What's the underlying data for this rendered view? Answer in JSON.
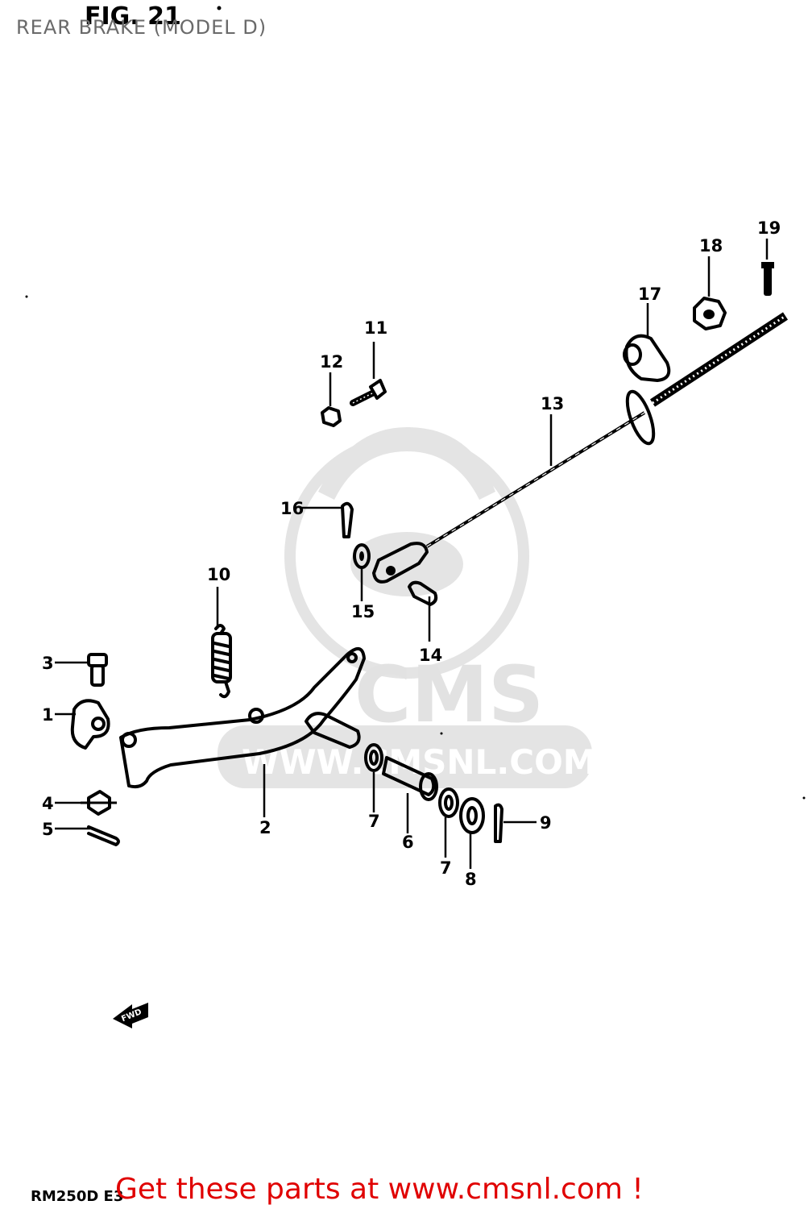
{
  "figure": {
    "number_label": "FIG. 21",
    "caption": "REAR BRAKE (MODEL D)",
    "model_code": "RM250D E3"
  },
  "watermark": {
    "brand": "CMS",
    "url": "WWW.CMSNL.COM"
  },
  "direction_arrow": {
    "label": "FWD"
  },
  "callouts": [
    "1",
    "2",
    "3",
    "4",
    "5",
    "6",
    "7",
    "7",
    "8",
    "9",
    "10",
    "11",
    "12",
    "13",
    "14",
    "15",
    "16",
    "17",
    "18",
    "19"
  ],
  "footer": {
    "link_text": "Get these parts at www.cmsnl.com !",
    "link_color": "#e00000"
  }
}
